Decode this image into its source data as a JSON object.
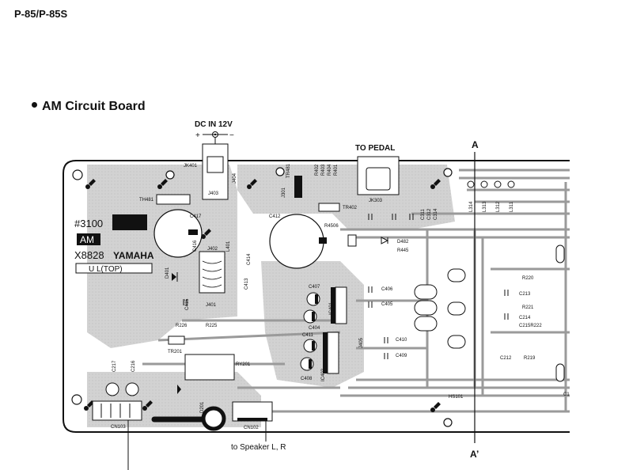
{
  "header": {
    "model": "P-85/P-85S"
  },
  "section": {
    "title": "AM Circuit Board"
  },
  "labels": {
    "dc_in": "DC IN 12V",
    "plus": "+",
    "minus": "−",
    "to_pedal": "TO PEDAL",
    "section_a": "A",
    "section_a_prime": "A’",
    "speaker": "to Speaker L, R"
  },
  "board": {
    "part_no": "#3100",
    "code": "AM",
    "serial": "X8828",
    "brand": "YAMAHA",
    "side": "U L(TOP)"
  },
  "components": {
    "jk401": "JK401",
    "j403": "J403",
    "j404": "J404",
    "th481": "TH481",
    "tr481": "TR481",
    "r402": "R402",
    "r403": "R403",
    "r404": "R404",
    "r401": "R401",
    "j301": "J301",
    "c412": "C412",
    "tr402": "TR402",
    "jk303": "JK303",
    "c417": "C417",
    "r4506": "R4506",
    "d482": "D482",
    "r445": "R445",
    "c416": "C416",
    "j402": "J402",
    "l401": "L401",
    "c414": "C414",
    "c413": "C413",
    "d401": "D401",
    "c415": "C415",
    "j401": "J401",
    "c407": "C407",
    "c406": "C406",
    "c405": "C405",
    "c404": "C404",
    "c411": "C411",
    "c410": "C410",
    "c409": "C409",
    "c408": "C408",
    "ic401": "IC401",
    "ic402": "IC402",
    "j405": "J405",
    "r226": "R226",
    "r225": "R225",
    "tr201": "TR201",
    "ry201": "RY201",
    "c217": "C217",
    "c216": "C216",
    "d201": "D201",
    "cn103": "CN103",
    "cn102": "CN102",
    "hs101": "HS101",
    "l314": "L314",
    "l313": "L313",
    "l312": "L312",
    "l311": "L311",
    "c311": "C311",
    "c312": "C312",
    "c314": "C314",
    "r220": "R220",
    "c213": "C213",
    "r221": "R221",
    "c214": "C214",
    "c215r222": "C215R222",
    "c212": "C212",
    "r219": "R219",
    "c1": "C1"
  }
}
